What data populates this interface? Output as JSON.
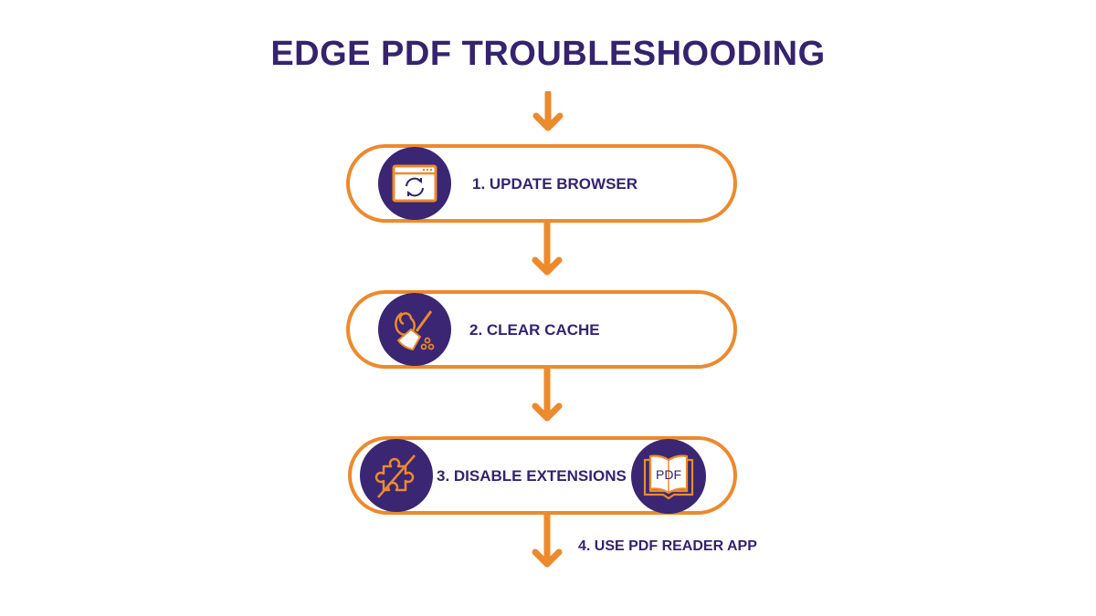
{
  "title": "EDGE PDF TROUBLESHOODING",
  "colors": {
    "accent": "#ec8a2e",
    "primary": "#35236e",
    "circle": "#3a2672",
    "background": "#ffffff"
  },
  "steps": [
    {
      "label": "1. UPDATE BROWSER",
      "icon": "browser-refresh-icon"
    },
    {
      "label": "2. CLEAR CACHE",
      "icon": "broom-icon"
    },
    {
      "label": "3. DISABLE EXTENSIONS",
      "icon": "puzzle-disabled-icon"
    },
    {
      "label": "4. USE PDF READER APP",
      "icon": "pdf-book-icon"
    }
  ],
  "pdf_icon_text": "PDF"
}
